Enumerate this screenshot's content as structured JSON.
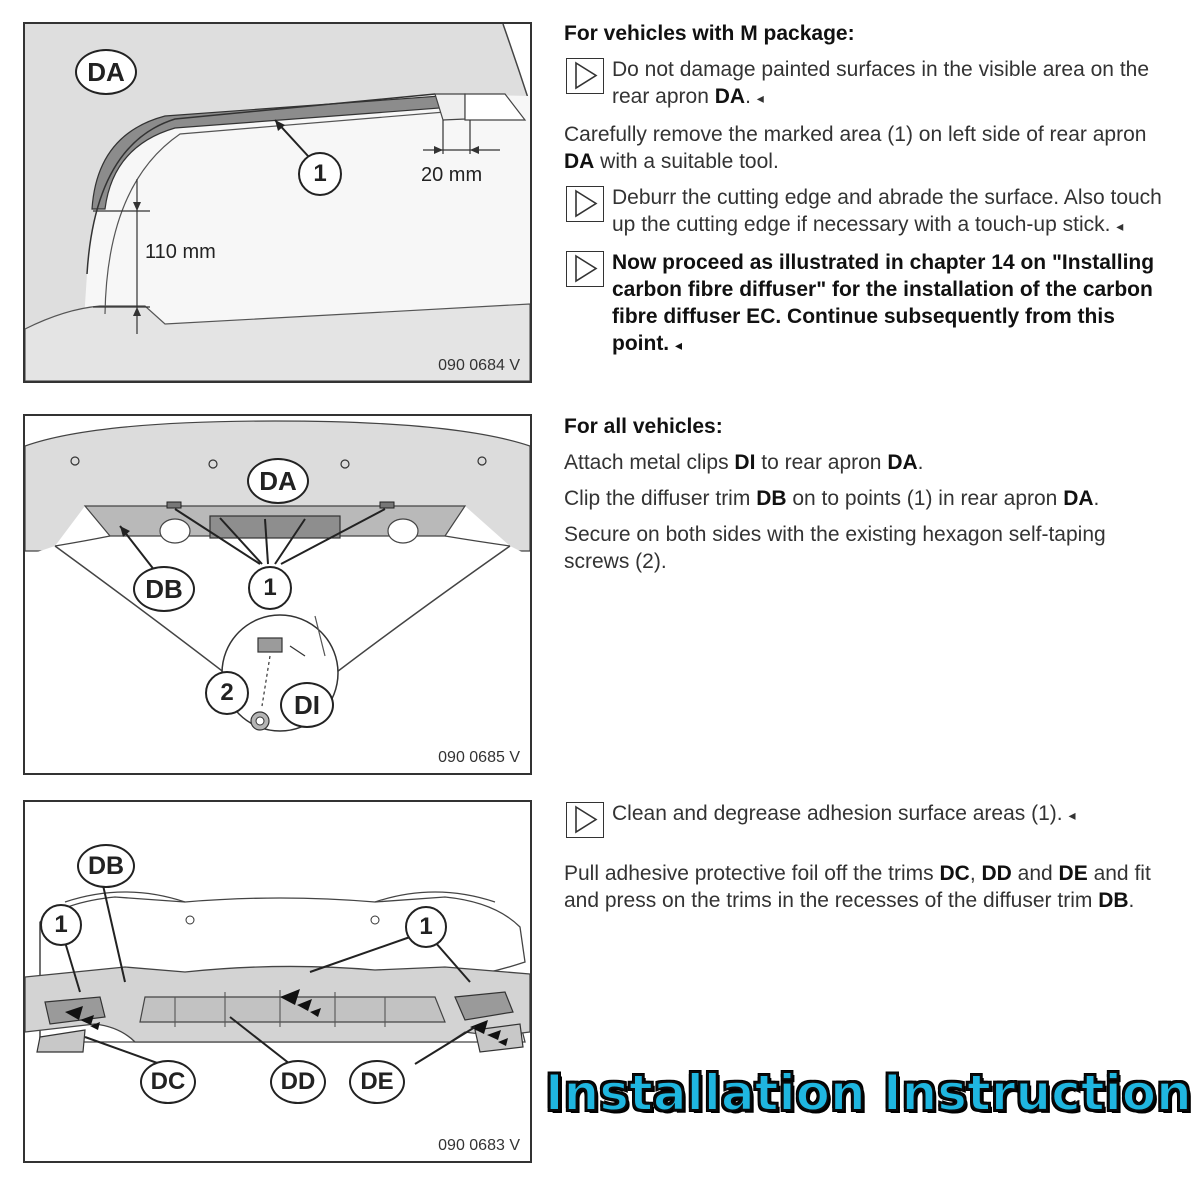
{
  "figures": {
    "fig1": {
      "code": "090 0684 V",
      "labels": {
        "da": "DA",
        "one": "1",
        "dim1": "20 mm",
        "dim2": "110 mm"
      }
    },
    "fig2": {
      "code": "090 0685 V",
      "labels": {
        "da": "DA",
        "db": "DB",
        "one": "1",
        "two": "2",
        "di": "DI"
      }
    },
    "fig3": {
      "code": "090 0683 V",
      "labels": {
        "db": "DB",
        "one_left": "1",
        "one_right": "1",
        "dc": "DC",
        "dd": "DD",
        "de": "DE"
      }
    }
  },
  "section1": {
    "heading": "For vehicles with M package:",
    "note1": {
      "pre": "Do not damage painted surfaces in the visible area on the rear apron ",
      "bold": "DA",
      "post": ".",
      "end": "◂"
    },
    "p1": {
      "pre": "Carefully remove the marked area (1) on left side of rear apron ",
      "bold": "DA",
      "post": " with a suitable tool."
    },
    "note2": {
      "text": "Deburr the cutting edge and abrade the surface. Also touch up the cutting edge if necessary with a touch-up stick.",
      "end": "◂"
    },
    "note3": {
      "bold": "Now proceed as illustrated in chapter 14 on \"Installing carbon fibre diffuser\" for the installation of the carbon fibre diffuser EC. Continue subsequently from this point.",
      "end": "◂"
    }
  },
  "section2": {
    "heading": "For all vehicles:",
    "p1": {
      "pre": "Attach metal clips ",
      "b1": "DI",
      "mid": " to rear apron ",
      "b2": "DA",
      "post": "."
    },
    "p2": {
      "pre": "Clip the diffuser trim ",
      "b1": "DB",
      "mid": " on to points (1) in rear apron ",
      "b2": "DA",
      "post": "."
    },
    "p3": {
      "text": "Secure on both sides with the existing hexagon self-taping screws (2)."
    }
  },
  "section3": {
    "note1": {
      "text": "Clean and degrease adhesion surface areas (1).",
      "end": "◂"
    },
    "p1": {
      "pre": "Pull adhesive protective foil off the trims ",
      "b1": "DC",
      "s1": ", ",
      "b2": "DD",
      "s2": " and ",
      "b3": "DE",
      "mid": " and fit and press on the trims in the recesses of the diffuser trim ",
      "b4": "DB",
      "post": "."
    }
  },
  "banner": {
    "text": "Installation Instruction"
  },
  "colors": {
    "banner_fill": "#1fb6e0",
    "banner_outline": "#000000",
    "panel_grey": "#dcdcdc"
  },
  "icons": {
    "note": "play-triangle-icon"
  }
}
